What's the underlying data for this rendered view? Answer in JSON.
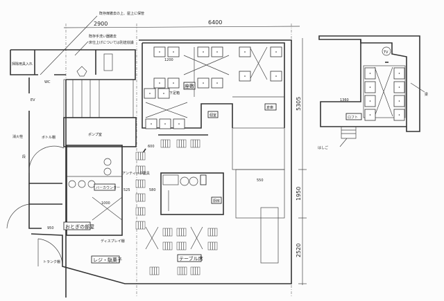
{
  "notes": {
    "door_removal": "既存扉撤去の上、屋上に保管",
    "sink_removal": "既存手洗い器撤去",
    "floor_finish": "床仕上げについては別途協議"
  },
  "dimensions": {
    "top_left": "2900",
    "top_right": "6400",
    "right_upper": "5305",
    "right_middle": "1950",
    "right_lower": "2520",
    "entrance": "950",
    "aisle_1": "525",
    "aisle_2": "580",
    "aisle_3": "550",
    "table_1": "1200",
    "counter": "1000",
    "loft_width": "1360",
    "aisle_4": "600"
  },
  "rooms": {
    "storage_closet": "掃除用具入れ",
    "wc": "WC",
    "ev": "EV",
    "hydrant": "消火栓",
    "bottle_shelf": "ボトル棚",
    "pump_room": "ポンプ室",
    "tatami": "座敷",
    "shoe_box": "下足箱",
    "private_room": "個室",
    "warehouse": "倉庫",
    "kitchen": "厨房",
    "antique_tools": "アンティーク農具",
    "bar_counter": "バーカウンター",
    "fairy_room": "おとぎの部屋",
    "display_shelf": "ディスプレイ棚",
    "register": "レジ・駄菓子",
    "table_seats": "テーブル席",
    "trunk_shelf": "トランク棚",
    "stairs_mark": "段"
  },
  "loft": {
    "label": "ロフト",
    "ladder": "はしご",
    "beam": "梁",
    "tv": "TV"
  }
}
